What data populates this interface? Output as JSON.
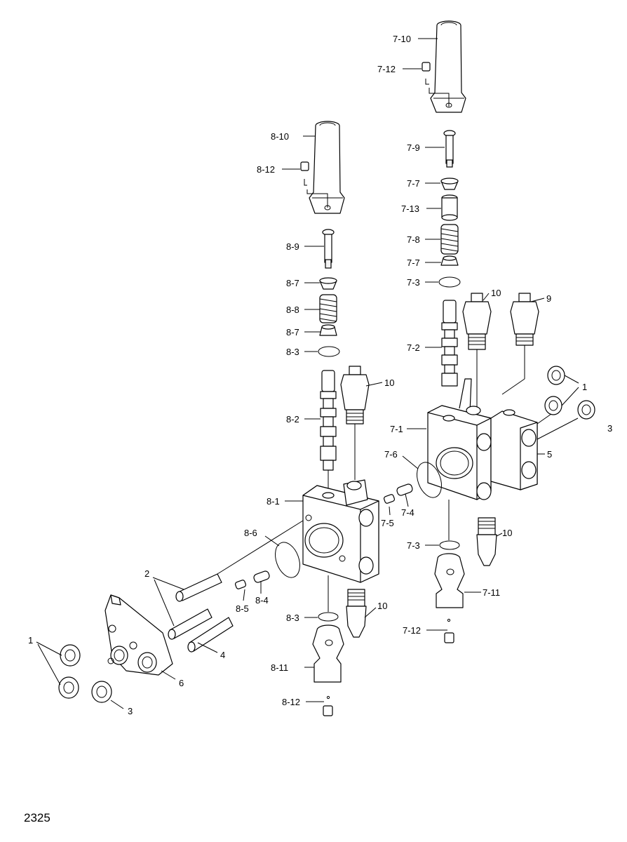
{
  "figure_number": "2325",
  "callouts": {
    "c7_10": "7-10",
    "c7_12a": "7-12",
    "c7_9": "7-9",
    "c7_7a": "7-7",
    "c7_13": "7-13",
    "c7_8": "7-8",
    "c7_7b": "7-7",
    "c7_3a": "7-3",
    "c10a": "10",
    "c9": "9",
    "c7_2": "7-2",
    "c1a": "1",
    "c7_1": "7-1",
    "c3a": "3",
    "c7_6": "7-6",
    "c5": "5",
    "c8_10": "8-10",
    "c8_12a": "8-12",
    "c8_9": "8-9",
    "c8_7a": "8-7",
    "c8_8": "8-8",
    "c8_7b": "8-7",
    "c8_3a": "8-3",
    "c10b": "10",
    "c8_2": "8-2",
    "c8_1": "8-1",
    "c7_5": "7-5",
    "c7_4": "7-4",
    "c8_6": "8-6",
    "c10c": "10",
    "c7_3b": "7-3",
    "c2": "2",
    "c8_5": "8-5",
    "c8_4": "8-4",
    "c10d": "10",
    "c7_11": "7-11",
    "c8_3b": "8-3",
    "c7_12b": "7-12",
    "c1b": "1",
    "c4": "4",
    "c8_11": "8-11",
    "c6": "6",
    "c3b": "3",
    "c8_12b": "8-12"
  }
}
